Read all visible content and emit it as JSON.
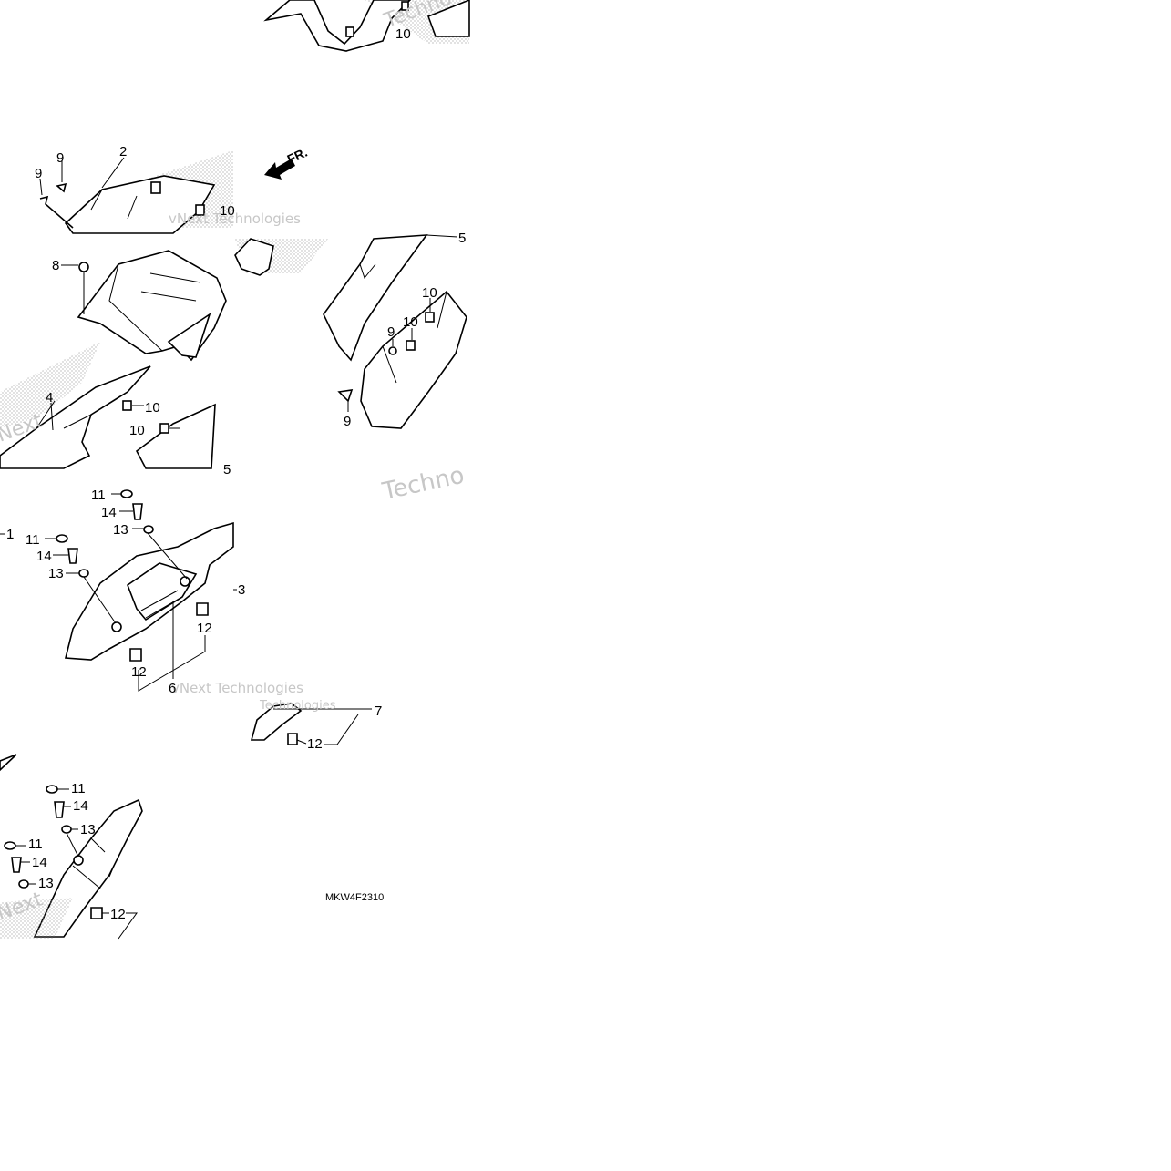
{
  "diagram": {
    "code": "MKW4F2310",
    "direction_label": "FR.",
    "watermark": [
      "vNext Technologies",
      "Techno",
      "Technologies",
      "Next"
    ],
    "panels": [
      {
        "id": "panel-top-strip",
        "callouts": [
          "10"
        ]
      },
      {
        "id": "panel-upper-left",
        "callouts": [
          "2",
          "9",
          "9",
          "10"
        ]
      },
      {
        "id": "panel-middle-left",
        "callouts": [
          "8",
          "4",
          "10",
          "10",
          "5"
        ]
      },
      {
        "id": "panel-middle-right",
        "callouts": [
          "5",
          "10",
          "10",
          "9",
          "9"
        ]
      },
      {
        "id": "panel-lower-left",
        "callouts": [
          "11",
          "14",
          "13",
          "11",
          "14",
          "13",
          "12",
          "12",
          "6",
          "1",
          "3"
        ]
      },
      {
        "id": "panel-lower-right",
        "callouts": [
          "7",
          "12"
        ]
      },
      {
        "id": "panel-bottom-left",
        "callouts": [
          "11",
          "14",
          "13",
          "11",
          "14",
          "13",
          "12"
        ]
      }
    ]
  }
}
